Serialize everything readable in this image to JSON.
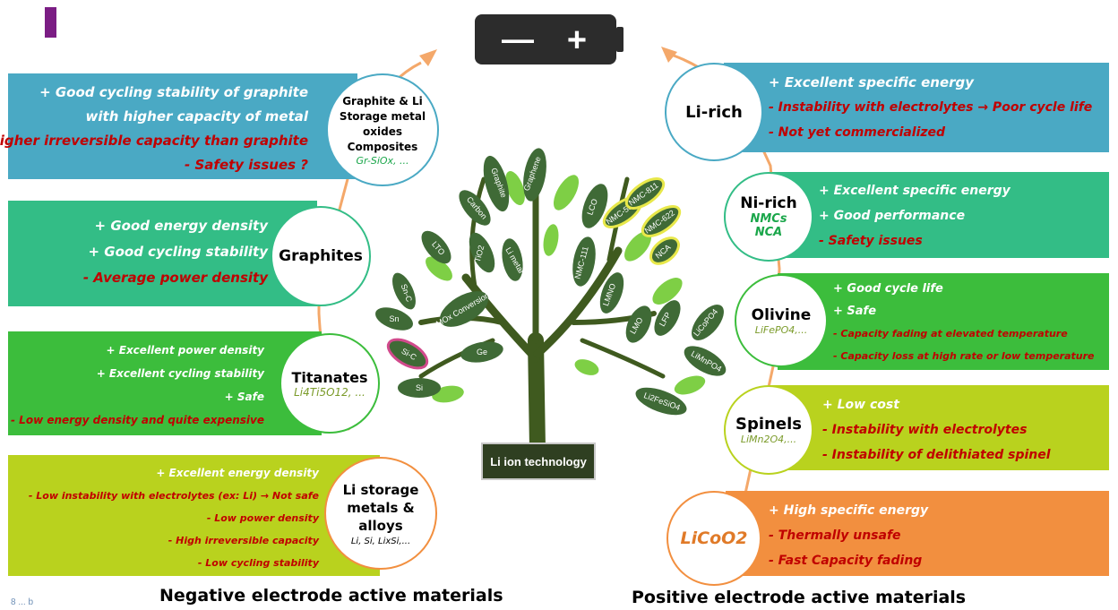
{
  "colors": {
    "blue": "#4aa9c4",
    "teal": "#33bd86",
    "green": "#3cbd3c",
    "lime": "#b9d21e",
    "orange": "#f28f3f",
    "pos_text": "#ffffff",
    "neg_text": "#c00000",
    "sub_green": "#1aa64a",
    "sub_olive": "#7b9b2a",
    "tree_trunk": "#3f5a1f",
    "leaf_dark": "#3f6a36",
    "leaf_light": "#7ecf45"
  },
  "battery": {
    "minus": "—",
    "plus": "+"
  },
  "tree": {
    "caption": "Li ion technology",
    "leaves": [
      "Graphite",
      "Graphene",
      "Carbon",
      "LCO",
      "NMC-532",
      "NMC-811",
      "NMC-622",
      "NCA",
      "LTO",
      "TiO2",
      "Li metal",
      "NMC-111",
      "LMNO",
      "Sn-C",
      "MOx Conversion",
      "LMO",
      "LFP",
      "LiCoPO4",
      "Sn",
      "Si-C",
      "Ge",
      "LiMnPO4",
      "Si",
      "Li2FeSiO4"
    ]
  },
  "negative": {
    "title": "Negative electrode active materials",
    "panels": [
      {
        "name": "Graphite & Li Storage metal oxides Composites",
        "sub": "Gr-SiOx, ...",
        "lines": [
          {
            "kind": "pos",
            "text": "+ Good cycling stability of graphite"
          },
          {
            "kind": "pos",
            "text": "with higher capacity of metal"
          },
          {
            "kind": "neg",
            "text": "- Higher irreversible capacity than graphite"
          },
          {
            "kind": "neg",
            "text": "- Safety issues ?"
          }
        ]
      },
      {
        "name": "Graphites",
        "sub": "",
        "lines": [
          {
            "kind": "pos",
            "text": "+ Good energy density"
          },
          {
            "kind": "pos",
            "text": "+ Good cycling stability"
          },
          {
            "kind": "neg",
            "text": "- Average power density"
          }
        ]
      },
      {
        "name": "Titanates",
        "sub": "Li4Ti5O12, ...",
        "lines": [
          {
            "kind": "pos",
            "text": "+ Excellent power density"
          },
          {
            "kind": "pos",
            "text": "+ Excellent cycling stability"
          },
          {
            "kind": "pos",
            "text": "+ Safe"
          },
          {
            "kind": "neg",
            "text": "- Low energy density and quite expensive"
          }
        ]
      },
      {
        "name": "Li storage metals & alloys",
        "sub": "Li, Si, LixSi,...",
        "lines": [
          {
            "kind": "pos",
            "text": "+ Excellent energy density"
          },
          {
            "kind": "neg",
            "text": "- Low instability with electrolytes (ex: Li) → Not safe"
          },
          {
            "kind": "neg",
            "text": "- Low power density"
          },
          {
            "kind": "neg",
            "text": "- High irreversible capacity"
          },
          {
            "kind": "neg",
            "text": "- Low cycling stability"
          }
        ]
      }
    ]
  },
  "positive": {
    "title": "Positive electrode active materials",
    "panels": [
      {
        "name": "Li-rich",
        "sub": "",
        "lines": [
          {
            "kind": "pos",
            "text": "+ Excellent specific energy"
          },
          {
            "kind": "neg",
            "text": "- Instability with electrolytes → Poor cycle life"
          },
          {
            "kind": "neg",
            "text": "- Not yet commercialized"
          }
        ]
      },
      {
        "name": "Ni-rich",
        "sub": "NMCs NCA",
        "lines": [
          {
            "kind": "pos",
            "text": "+ Excellent specific energy"
          },
          {
            "kind": "pos",
            "text": "+ Good performance"
          },
          {
            "kind": "neg",
            "text": "- Safety issues"
          }
        ]
      },
      {
        "name": "Olivine",
        "sub": "LiFePO4,...",
        "lines": [
          {
            "kind": "pos",
            "text": "+ Good cycle life"
          },
          {
            "kind": "pos",
            "text": "+ Safe"
          },
          {
            "kind": "neg",
            "text": "- Capacity fading at elevated temperature"
          },
          {
            "kind": "neg",
            "text": "- Capacity loss at high rate or low temperature"
          }
        ]
      },
      {
        "name": "Spinels",
        "sub": "LiMn2O4,...",
        "lines": [
          {
            "kind": "pos",
            "text": "+ Low cost"
          },
          {
            "kind": "neg",
            "text": "- Instability with electrolytes"
          },
          {
            "kind": "neg",
            "text": "- Instability of  delithiated spinel"
          }
        ]
      },
      {
        "name": "LiCoO2",
        "sub": "",
        "lines": [
          {
            "kind": "pos",
            "text": "+ High specific energy"
          },
          {
            "kind": "neg",
            "text": "- Thermally unsafe"
          },
          {
            "kind": "neg",
            "text": "- Fast Capacity fading"
          }
        ]
      }
    ]
  },
  "footer": {
    "partial": "8 ... b"
  }
}
